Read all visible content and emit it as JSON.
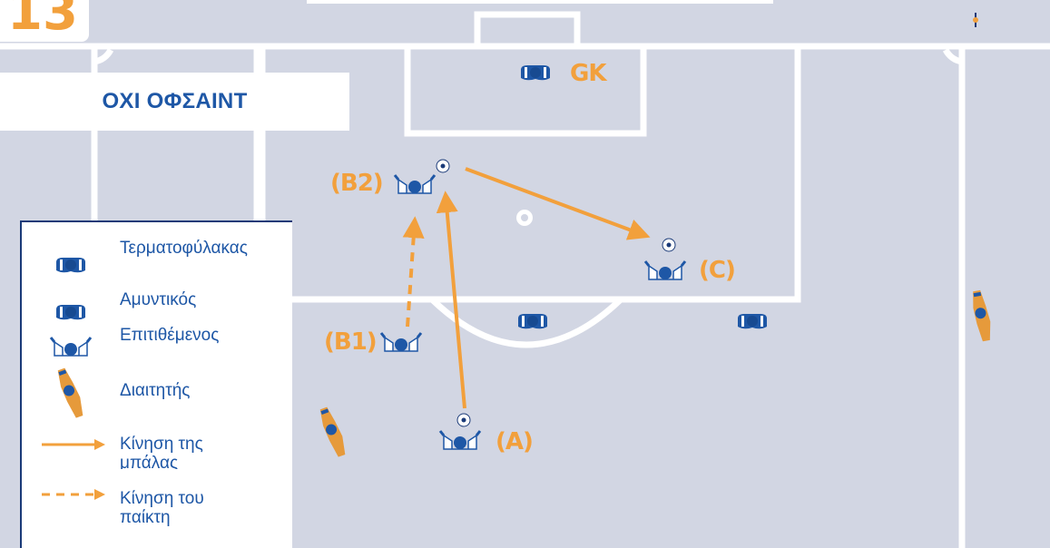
{
  "page_number": "13",
  "title": "ΟΧΙ ΟΦΣΑΙΝΤ",
  "colors": {
    "pitch": "#d2d6e3",
    "lines": "#ffffff",
    "orange": "#f2a03c",
    "blue": "#1e57a6",
    "dark_blue": "#1a3a78"
  },
  "legend": {
    "items": [
      {
        "icon": "goalkeeper-icon",
        "label": "Τερματοφύλακας"
      },
      {
        "icon": "defender-icon",
        "label": "Αμυντικός"
      },
      {
        "icon": "attacker-icon",
        "label": "Επιτιθέμενος"
      },
      {
        "icon": "referee-icon",
        "label": "Διαιτητής"
      },
      {
        "icon": "ball-movement-arrow-icon",
        "label": "Κίνηση της\nμπάλας"
      },
      {
        "icon": "player-movement-arrow-icon",
        "label": "Κίνηση του\nπαίκτη"
      }
    ]
  },
  "players": {
    "goalkeeper": "GK",
    "attacker_b2": "(B2)",
    "attacker_c": "(C)",
    "attacker_b1": "(B1)",
    "attacker_a": "(A)"
  }
}
